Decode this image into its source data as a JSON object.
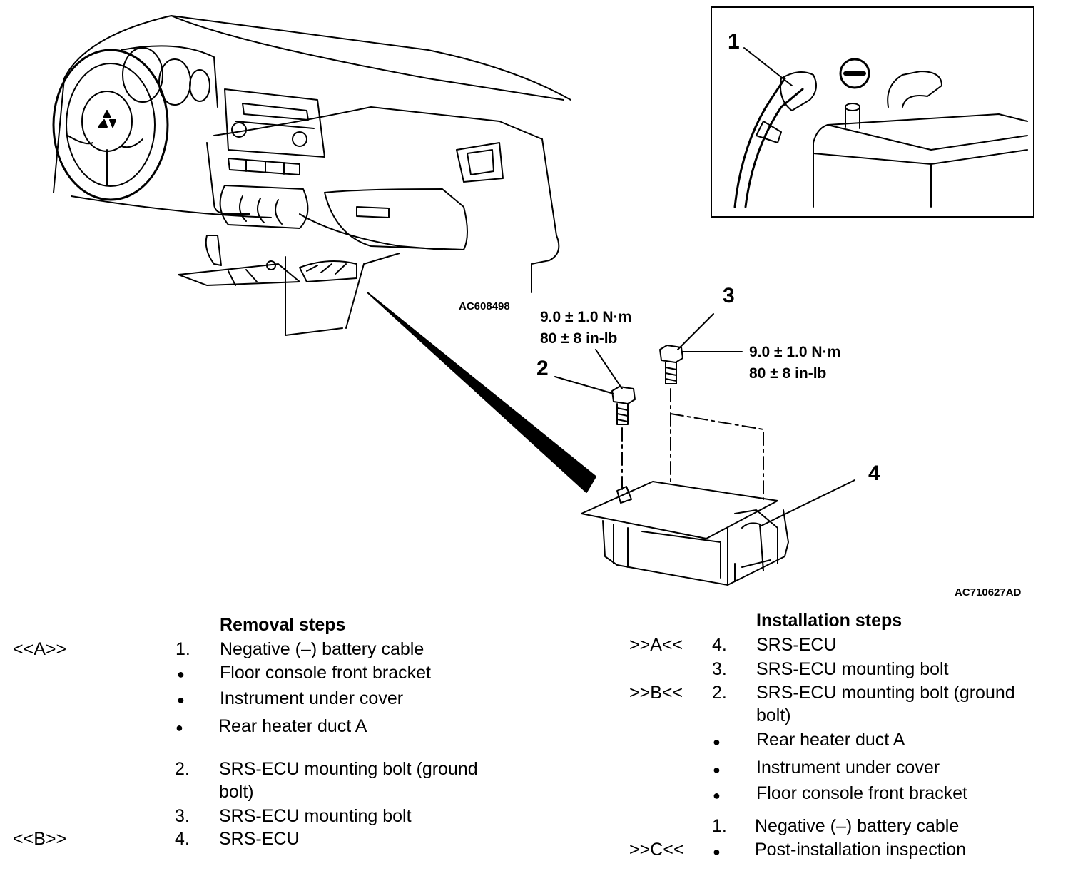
{
  "figure": {
    "callouts": [
      "1",
      "2",
      "3",
      "4"
    ],
    "torque_bolt2": {
      "line1": "9.0 ± 1.0 N·m",
      "line2": "80 ± 8 in-lb"
    },
    "torque_bolt3": {
      "line1": "9.0 ± 1.0 N·m",
      "line2": "80 ± 8 in-lb"
    },
    "code_dash": "AC608498",
    "code_main": "AC710627AD",
    "battery_symbol": "minus-icon"
  },
  "removal": {
    "title": "Removal steps",
    "rows": [
      {
        "marker": "<<A>>",
        "num": "1.",
        "text": "Negative (–) battery cable"
      },
      {
        "marker": "",
        "num": "●",
        "text": "Floor console front bracket"
      },
      {
        "marker": "",
        "num": "●",
        "text": "Instrument under cover"
      },
      {
        "marker": "",
        "num": "●",
        "text": "Rear heater duct A"
      },
      {
        "marker": "",
        "num": "2.",
        "text": "SRS-ECU mounting bolt (ground",
        "text2": "bolt)"
      },
      {
        "marker": "",
        "num": "3.",
        "text": "SRS-ECU mounting bolt"
      },
      {
        "marker": "<<B>>",
        "num": "4.",
        "text": "SRS-ECU"
      }
    ]
  },
  "installation": {
    "title": "Installation steps",
    "rows": [
      {
        "marker": ">>A<<",
        "num": "4.",
        "text": "SRS-ECU"
      },
      {
        "marker": "",
        "num": "3.",
        "text": "SRS-ECU mounting bolt"
      },
      {
        "marker": ">>B<<",
        "num": "2.",
        "text": "SRS-ECU mounting bolt (ground",
        "text2": "bolt)"
      },
      {
        "marker": "",
        "num": "●",
        "text": "Rear heater duct A"
      },
      {
        "marker": "",
        "num": "●",
        "text": "Instrument under cover"
      },
      {
        "marker": "",
        "num": "●",
        "text": "Floor console front bracket"
      },
      {
        "marker": "",
        "num": "1.",
        "text": "Negative (–) battery cable"
      },
      {
        "marker": ">>C<<",
        "num": "●",
        "text": "Post-installation inspection"
      }
    ]
  }
}
